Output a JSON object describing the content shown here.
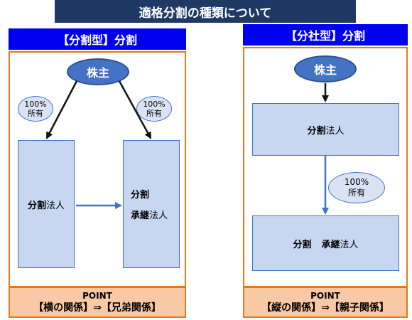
{
  "title": "適格分割の種類について",
  "left": {
    "header": "【分割型】分割",
    "shareholder": "株主",
    "own_left": {
      "line1": "100%",
      "line2": "所有"
    },
    "own_right": {
      "line1": "100%",
      "line2": "所有"
    },
    "corp_left": {
      "part1": "分割",
      "part2": "法人"
    },
    "corp_right": {
      "line1": "分割",
      "line2_a": "承継",
      "line2_b": "法人"
    },
    "point_title": "POINT",
    "point_text": "【横の関係】⇒【兄弟関係】"
  },
  "right": {
    "header": "【分社型】分割",
    "shareholder": "株主",
    "corp_top": {
      "part1": "分割",
      "part2": "法人"
    },
    "own": {
      "line1": "100%",
      "line2": "所有"
    },
    "corp_bottom": {
      "part1": "分割",
      "part2": "承継",
      "part3": "法人"
    },
    "point_title": "POINT",
    "point_text": "【縦の関係】⇒【親子関係】"
  },
  "colors": {
    "title_bg": "#1f3864",
    "header_bg": "#0000f0",
    "panel_border": "#e27b1c",
    "point_bg": "#f8c9a4",
    "shareholder_fill": "#4472c4",
    "corp_fill": "#c6d7ef",
    "arrow_blue": "#4472c4"
  }
}
